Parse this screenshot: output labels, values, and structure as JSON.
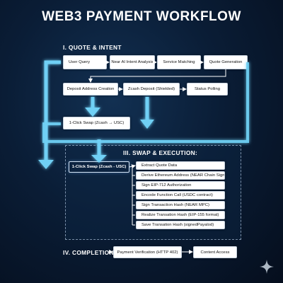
{
  "title": "WEB3 PAYMENT WORKFLOW",
  "sections": {
    "quote_intent": "I. QUOTE & INTENT",
    "swap_execution": "III. SWAP & EXECUTION:",
    "completion": "IV. COMPLETION"
  },
  "quote_intent": {
    "row1": [
      "User Query",
      "Near AI Intent Analysis",
      "Service Matching",
      "Quote Generation"
    ],
    "row2": [
      "Deposit Address Creation",
      "Zcash Deposit (Shielded)",
      "Status Polling"
    ],
    "swap_box": "1-Click Swap (Zcash → USC)"
  },
  "swap_execution": {
    "entry": "1-Click Swap (Zcash - USC)",
    "steps": [
      "Extract Quote Data",
      "Derive Ethereum Address (NEAR Chain Signatures)",
      "Sign EIP-712 Authorization",
      "Encode Function Call (USDC contract)",
      "Sign Transaction Hash (NEAR MPC)",
      "Realize Transation Hash (EIP-155 format)",
      "Save Transation Hash (signedPayalod)"
    ]
  },
  "completion": {
    "steps": [
      "Payment Verification (HTTP 402)",
      "Content Access"
    ]
  },
  "colors": {
    "background": "#0a1d36",
    "accent_arrow": "#6fd0f5",
    "connector": "#ffffff",
    "node_fill": "#ffffff",
    "dark_node_fill": "#0c2340"
  },
  "icons": {
    "corner": "sparkle-icon"
  }
}
